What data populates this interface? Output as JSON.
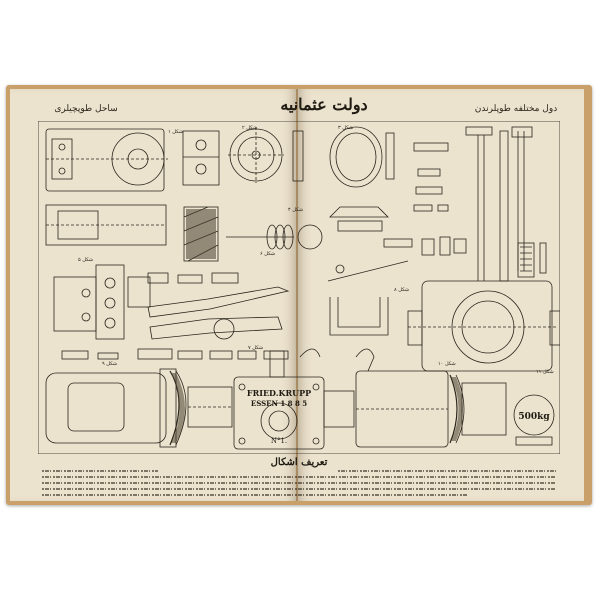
{
  "book": {
    "left_page_header": "ساحل طوپچیلری",
    "center_title": "دولت عثمانیه",
    "right_page_header": "دول مختلفه طوپلرندن"
  },
  "plate": {
    "figure_labels": [
      "شکل ۱",
      "شکل ۲",
      "شکل ۳",
      "شکل ۴",
      "شکل ۵",
      "شکل ۶",
      "شکل ۷",
      "شکل ۸",
      "شکل ۹",
      "شکل ۱۰",
      "شکل ۱۱"
    ],
    "stamp_line_1": "FRIED.KRUPP",
    "stamp_line_2": "ESSEN 1 8 8 5",
    "stamp_number": "N°1.",
    "weight_label": "500kg"
  },
  "caption": {
    "heading": "تعریف اشکال"
  }
}
